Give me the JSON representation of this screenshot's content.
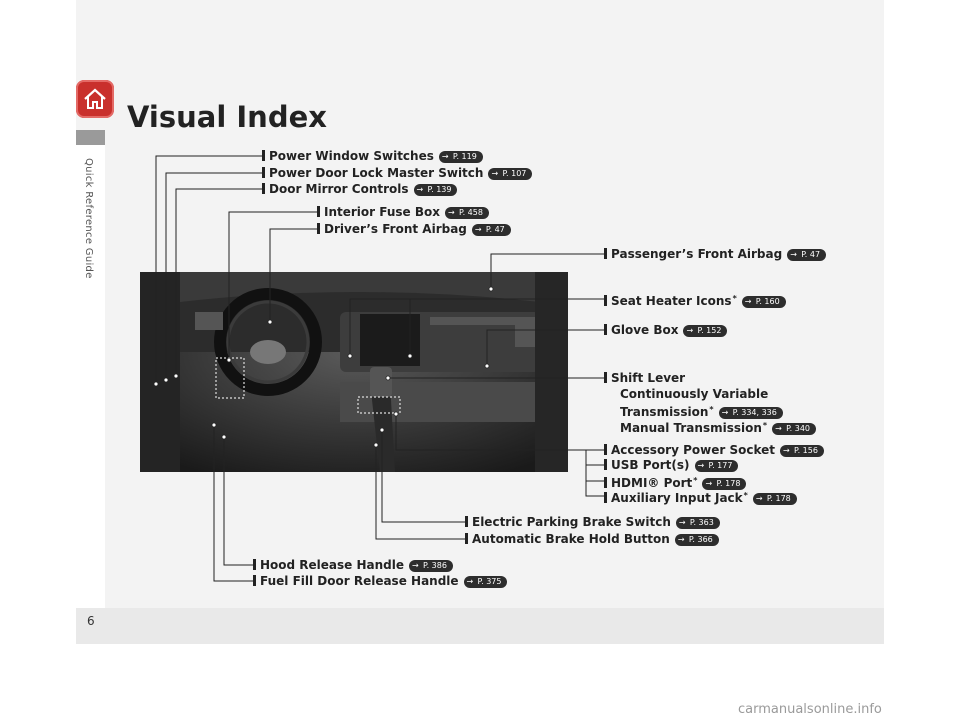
{
  "page": {
    "title": "Visual Index",
    "side_tab": "Quick Reference Guide",
    "page_number": "6"
  },
  "labels": [
    {
      "key": "power_window",
      "text": "Power Window Switches",
      "ref": "P. 119"
    },
    {
      "key": "door_lock",
      "text": "Power Door Lock Master Switch",
      "ref": "P. 107"
    },
    {
      "key": "door_mirror",
      "text": "Door Mirror Controls",
      "ref": "P. 139"
    },
    {
      "key": "fuse_box",
      "text": "Interior Fuse Box",
      "ref": "P. 458"
    },
    {
      "key": "driver_airbag",
      "text": "Driver’s Front Airbag",
      "ref": "P. 47"
    },
    {
      "key": "passenger_airbag",
      "text": "Passenger’s Front Airbag",
      "ref": "P. 47"
    },
    {
      "key": "seat_heater",
      "text": "Seat Heater Icons",
      "asterisk": "*",
      "ref": "P. 160"
    },
    {
      "key": "glove_box",
      "text": "Glove Box",
      "ref": "P. 152"
    },
    {
      "key": "shift_lever",
      "text": "Shift Lever"
    },
    {
      "key": "cvt_1",
      "text": "Continuously Variable"
    },
    {
      "key": "cvt_2",
      "text": "Transmission",
      "asterisk": "*",
      "ref": "P. 334, 336"
    },
    {
      "key": "manual",
      "text": "Manual Transmission",
      "asterisk": "*",
      "ref": "P. 340"
    },
    {
      "key": "accessory",
      "text": "Accessory Power Socket",
      "ref": "P. 156"
    },
    {
      "key": "usb",
      "text": "USB Port(s)",
      "ref": "P. 177"
    },
    {
      "key": "hdmi",
      "text": "HDMI® Port",
      "asterisk": "*",
      "ref": "P. 178"
    },
    {
      "key": "aux",
      "text": "Auxiliary Input Jack",
      "asterisk": "*",
      "ref": "P. 178"
    },
    {
      "key": "epb",
      "text": "Electric Parking Brake Switch",
      "ref": "P. 363"
    },
    {
      "key": "brake_hold",
      "text": "Automatic Brake Hold Button",
      "ref": "P. 366"
    },
    {
      "key": "hood",
      "text": "Hood Release Handle",
      "ref": "P. 386"
    },
    {
      "key": "fuel",
      "text": "Fuel Fill Door Release Handle",
      "ref": "P. 375"
    }
  ],
  "watermark": "carmanualsonline.info",
  "colors": {
    "home_button": "#c9302c",
    "text": "#222222",
    "ref_pill": "#2d2d2d"
  }
}
